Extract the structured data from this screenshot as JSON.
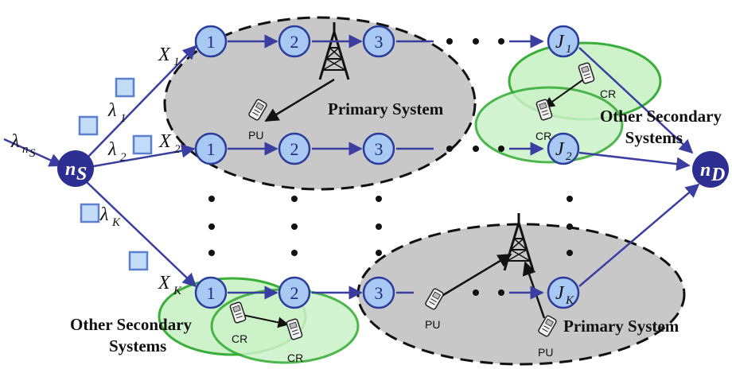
{
  "colors": {
    "node_fill": "#a9c9f5",
    "node_stroke": "#2a3c9c",
    "edge": "#3a3ea0",
    "endpoint_fill": "#2d2e92",
    "primary_fill": "#c8c8c8",
    "secondary_fill": "#ccf3c8",
    "secondary_stroke": "#2faa2f",
    "packet_fill": "#c3dcf7",
    "packet_stroke": "#5d7fcf"
  },
  "source": {
    "main": "n",
    "sub": "S"
  },
  "dest": {
    "main": "n",
    "sub": "D"
  },
  "input_rate": {
    "main": "λ",
    "sub": "n",
    "subsub": "S"
  },
  "paths": [
    {
      "x_main": "X",
      "x_sub": "1",
      "rate_main": "λ",
      "rate_sub": "1",
      "nodes": [
        "1",
        "2",
        "3"
      ],
      "last_main": "J",
      "last_sub": "1"
    },
    {
      "x_main": "X",
      "x_sub": "2",
      "rate_main": "λ",
      "rate_sub": "2",
      "nodes": [
        "1",
        "2",
        "3"
      ],
      "last_main": "J",
      "last_sub": "2"
    },
    {
      "x_main": "X",
      "x_sub": "K",
      "rate_main": "λ",
      "rate_sub": "K",
      "nodes": [
        "1",
        "2",
        "3"
      ],
      "last_main": "J",
      "last_sub": "K"
    }
  ],
  "labels": {
    "primary_top": "Primary System",
    "primary_bottom": "Primary System",
    "secondary_top_line1": "Other Secondary",
    "secondary_top_line2": "Systems",
    "secondary_bottom_line1": "Other Secondary",
    "secondary_bottom_line2": "Systems",
    "pu": "PU",
    "cr": "CR"
  }
}
